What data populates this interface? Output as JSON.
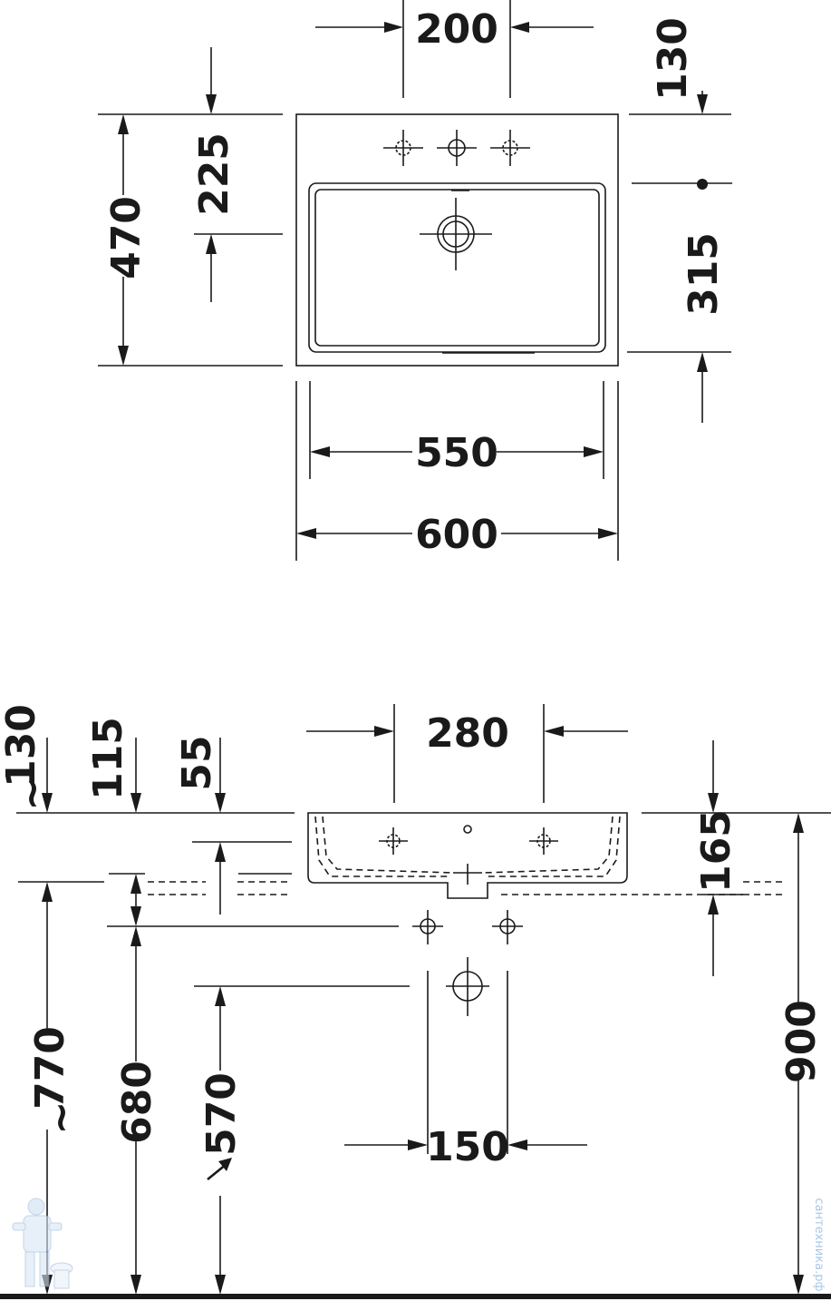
{
  "plan_view": {
    "tap_hole_spacing": "200",
    "tap_offset": "130",
    "overall_depth": "470",
    "bowl_rear_offset": "225",
    "wall_to_fixing": "315",
    "bowl_width": "550",
    "overall_width": "600"
  },
  "front_view": {
    "offset_130_prefix": "~",
    "offset_130": "130",
    "offset_115": "115",
    "offset_55": "55",
    "tap_spacing": "280",
    "depth": "165",
    "rim_height": "900",
    "height_770_prefix": "~",
    "height_770": "770",
    "height_680": "680",
    "height_570": "570",
    "supply_spacing": "150"
  },
  "watermark": "сантехника.рф"
}
